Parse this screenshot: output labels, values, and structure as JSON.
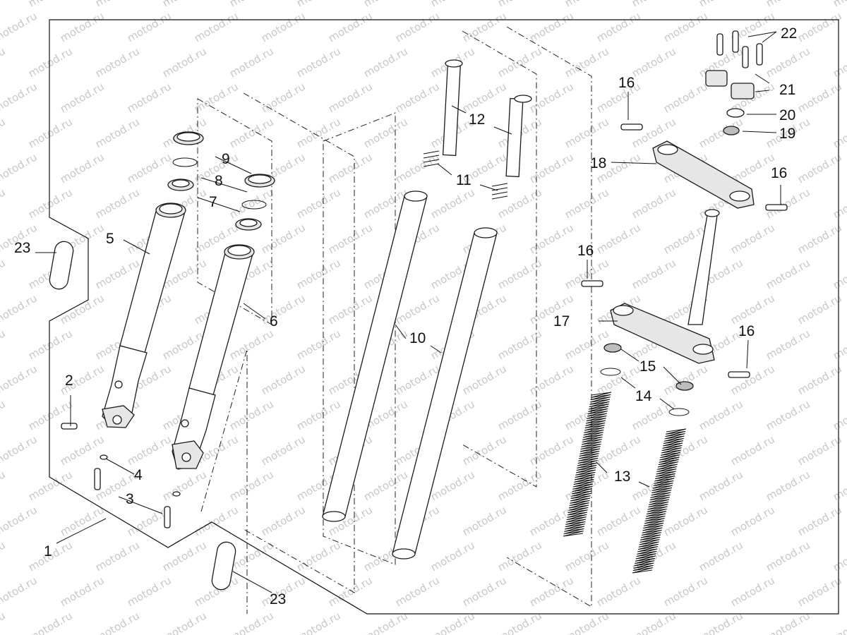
{
  "watermark": "motod.ru",
  "labels": {
    "p1": "1",
    "p2": "2",
    "p3": "3",
    "p4": "4",
    "p5": "5",
    "p6": "6",
    "p7": "7",
    "p8": "8",
    "p9": "9",
    "p10": "10",
    "p11": "11",
    "p12": "12",
    "p13": "13",
    "p14": "14",
    "p15": "15",
    "p16a": "16",
    "p16b": "16",
    "p16c": "16",
    "p16d": "16",
    "p17": "17",
    "p18": "18",
    "p19": "19",
    "p20": "20",
    "p21": "21",
    "p22": "22",
    "p23a": "23",
    "p23b": "23"
  }
}
